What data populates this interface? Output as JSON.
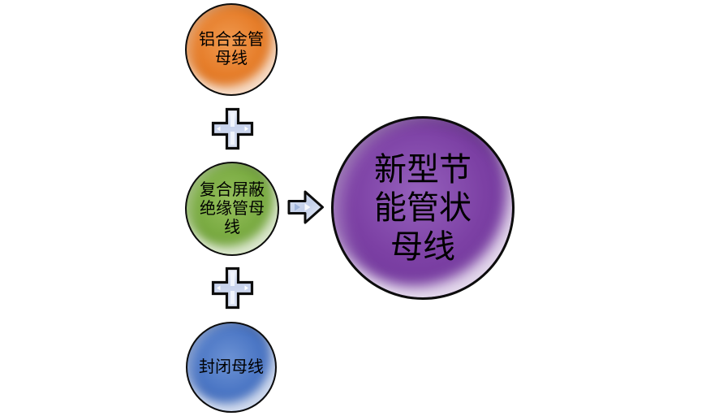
{
  "diagram": {
    "kind": "equation-convergence",
    "background_color": "#FFFFFF",
    "inputs": [
      {
        "label": "铝合金管\n母线",
        "shape": "circle",
        "color": "#E67E2B"
      },
      {
        "label": "复合屏蔽\n绝缘管母\n线",
        "shape": "circle",
        "color": "#7BAC43"
      },
      {
        "label": "封闭母线",
        "shape": "circle",
        "color": "#4C77C5"
      }
    ],
    "operators": [
      {
        "symbol": "+",
        "icon": "plus-icon",
        "color": "#CDD7EE"
      },
      {
        "symbol": "+",
        "icon": "plus-icon",
        "color": "#CDD7EE"
      },
      {
        "symbol": "→",
        "icon": "arrow-right-icon",
        "color": "#CDD7EE"
      }
    ],
    "result": {
      "label": "新型节\n能管状\n母线",
      "shape": "circle",
      "color": "#7C40A4"
    },
    "outline_color": "#0D0D0D",
    "text_color": "#000000"
  }
}
